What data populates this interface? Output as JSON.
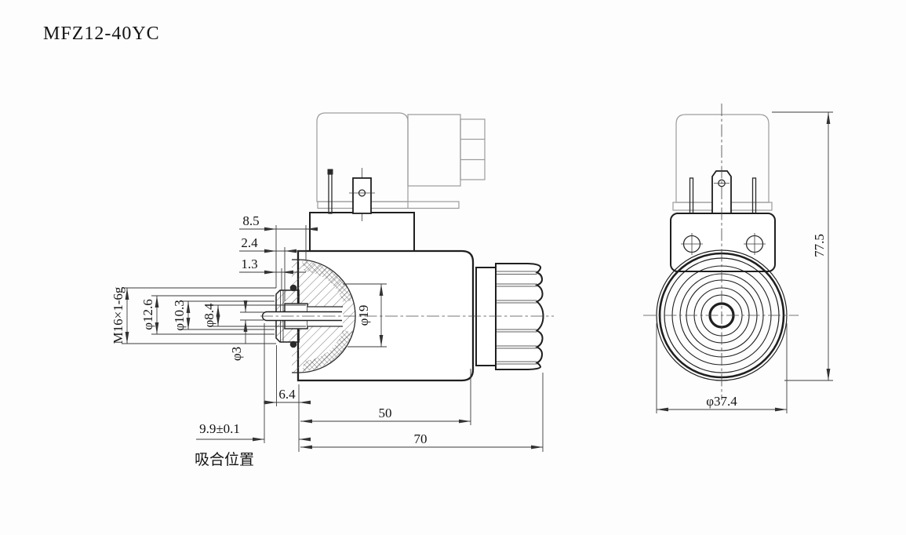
{
  "title": "MFZ12-40YC",
  "drawing_type": "solenoid dimensional drawing, two views",
  "colors": {
    "background": "#fdfdfd",
    "outline": "#1f1f1f",
    "dimension_line": "#3a3a3a",
    "connector_outline": "#9e9e9e",
    "centerline": "#4a4a4a"
  },
  "views": {
    "side_view": {
      "dims_top": {
        "d85": "8.5",
        "d24": "2.4",
        "d13": "1.3"
      },
      "dims_left": {
        "thread": "M16×1-6g",
        "d126": "φ12.6",
        "d103": "φ10.3",
        "d84": "φ8.4",
        "d3": "φ3"
      },
      "dims_inner": {
        "d19": "φ19"
      },
      "dims_bottom": {
        "d64": "6.4",
        "d50": "50",
        "d70": "70",
        "d99": "9.9±0.1",
        "note": "吸合位置"
      }
    },
    "front_view": {
      "dims": {
        "d775": "77.5",
        "d374": "φ37.4"
      }
    }
  }
}
